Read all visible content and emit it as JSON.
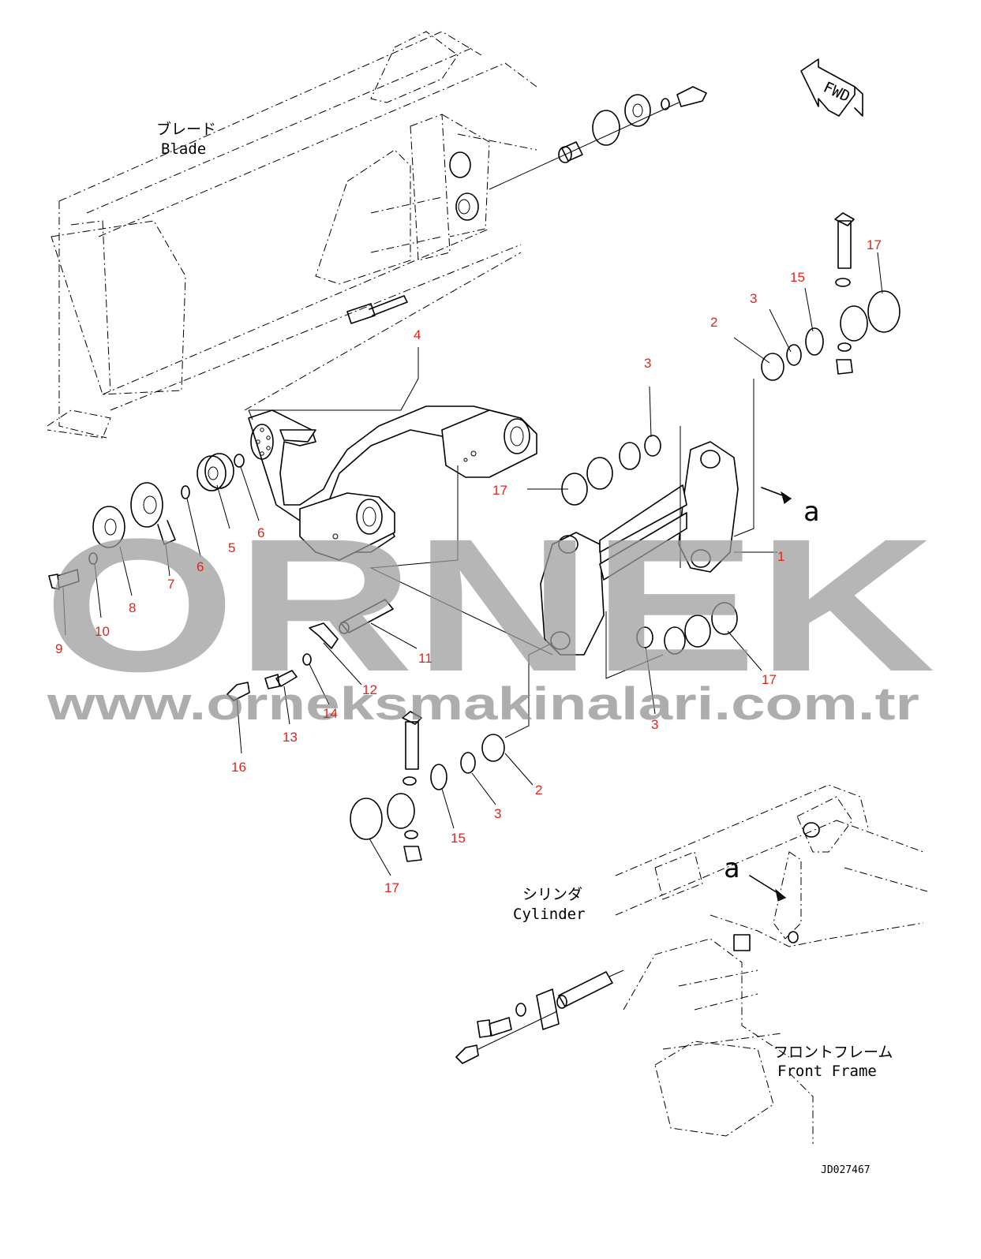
{
  "labels": {
    "blade_jp": "ブレード",
    "blade_en": "Blade",
    "cylinder_jp": "シリンダ",
    "cylinder_en": "Cylinder",
    "front_frame_jp": "フロントフレーム",
    "front_frame_en": "Front Frame",
    "fwd": "FWD",
    "view_a": "a",
    "view_a_2": "a",
    "drawing_code": "JD027467"
  },
  "watermark": {
    "brand": "ORNEK",
    "url": "www.orneksmakinalari.com.tr"
  },
  "callouts": [
    {
      "id": "c1",
      "text": "1"
    },
    {
      "id": "c2a",
      "text": "2"
    },
    {
      "id": "c2b",
      "text": "2"
    },
    {
      "id": "c3a",
      "text": "3"
    },
    {
      "id": "c3b",
      "text": "3"
    },
    {
      "id": "c3c",
      "text": "3"
    },
    {
      "id": "c3d",
      "text": "3"
    },
    {
      "id": "c4",
      "text": "4"
    },
    {
      "id": "c5",
      "text": "5"
    },
    {
      "id": "c6a",
      "text": "6"
    },
    {
      "id": "c6b",
      "text": "6"
    },
    {
      "id": "c7",
      "text": "7"
    },
    {
      "id": "c8",
      "text": "8"
    },
    {
      "id": "c9",
      "text": "9"
    },
    {
      "id": "c10",
      "text": "10"
    },
    {
      "id": "c11",
      "text": "11"
    },
    {
      "id": "c12",
      "text": "12"
    },
    {
      "id": "c13",
      "text": "13"
    },
    {
      "id": "c14",
      "text": "14"
    },
    {
      "id": "c15a",
      "text": "15"
    },
    {
      "id": "c15b",
      "text": "15"
    },
    {
      "id": "c16",
      "text": "16"
    },
    {
      "id": "c17a",
      "text": "17"
    },
    {
      "id": "c17b",
      "text": "17"
    },
    {
      "id": "c17c",
      "text": "17"
    },
    {
      "id": "c17d",
      "text": "17"
    }
  ],
  "colors": {
    "callout": "#e0241b",
    "line": "#000000",
    "watermark": "#9b9b9b"
  }
}
